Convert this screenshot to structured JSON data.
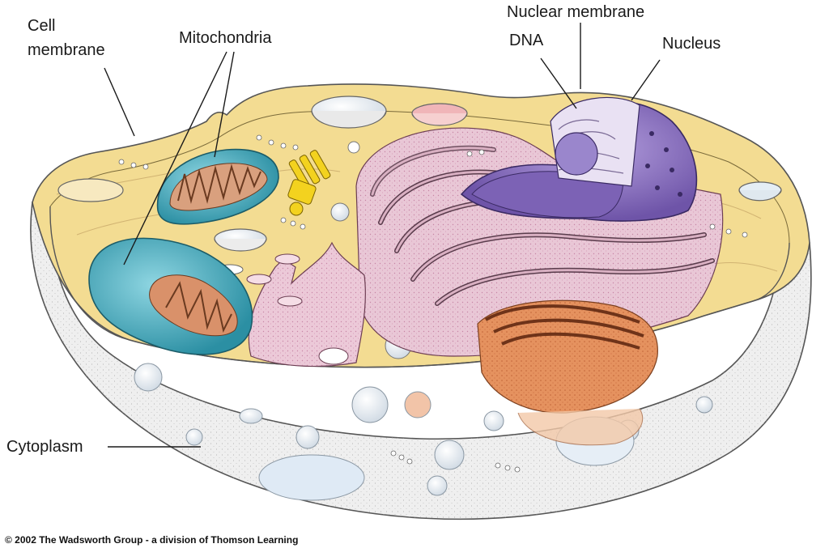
{
  "labels": {
    "cell_membrane_line1": "Cell",
    "cell_membrane_line2": "membrane",
    "mitochondria": "Mitochondria",
    "nuclear_membrane": "Nuclear membrane",
    "dna": "DNA",
    "nucleus": "Nucleus",
    "cytoplasm": "Cytoplasm"
  },
  "copyright": "© 2002 The Wadsworth Group - a division of Thomson Learning",
  "colors": {
    "cytoplasm_fill": "#f3dc92",
    "outer_shell": "#f1f1f1",
    "mitochondria": "#3aa7b9",
    "nucleus": "#8f78c4",
    "er_pink": "#e5bfd0",
    "golgi_orange": "#dd8a5a",
    "centriole_yellow": "#f3d21f"
  }
}
